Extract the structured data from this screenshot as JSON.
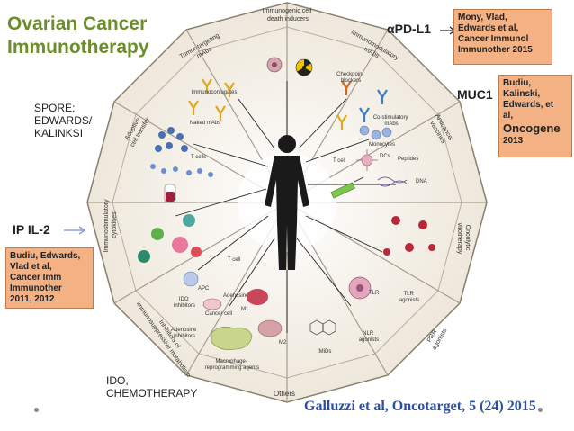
{
  "title": {
    "line1": "Ovarian Cancer",
    "line2": "Immunotherapy"
  },
  "annotations": {
    "pdl1": "αPD-L1",
    "muc1": "MUC1",
    "ip_il2": "IP IL-2",
    "spore": [
      "SPORE:",
      "EDWARDS/",
      "KALINKSI"
    ],
    "ido": [
      "IDO,",
      "CHEMOTHERAPY"
    ]
  },
  "callouts": {
    "mony": [
      "Mony, Vlad,",
      "Edwards et al,",
      "Cancer Immunol",
      "Immunother 2015"
    ],
    "budiu_kalinski": [
      "Budiu,",
      "Kalinski,",
      "Edwards, et",
      "al,"
    ],
    "budiu_kalinski_journal": "Oncogene",
    "budiu_kalinski_year": "2013",
    "budiu_edwards": [
      "Budiu, Edwards,",
      "Vlad et al,",
      "Cancer Imm",
      "Immunother",
      "2011, 2012"
    ]
  },
  "wheel": {
    "sectors": {
      "immunogenic": [
        "Immunogenic cell",
        "death inducers"
      ],
      "tumor_targeting": [
        "Tumor-targeting",
        "mAbs"
      ],
      "immunomodulatory": [
        "Immunomodulatory",
        "mAbs"
      ],
      "adoptive": [
        "Adoptive",
        "cell transfer"
      ],
      "anticancer_vaccines": [
        "Anticancer",
        "vaccines"
      ],
      "cytokines": [
        "Immunostimulatory",
        "cytokines"
      ],
      "oncolytic": [
        "Oncolytic",
        "virotherapy"
      ],
      "inhibitors": [
        "Inhibitors of",
        "immunosuppressive metabolism"
      ],
      "prr": [
        "PRR",
        "agonists"
      ],
      "others": "Others"
    },
    "items": {
      "immunoconjugates": "Immunoconjugates",
      "naked_mabs": "Naked mAbs",
      "checkpoint_blockers": [
        "Checkpoint",
        "blockers"
      ],
      "costimulatory": [
        "Co-stimulatory",
        "mAbs"
      ],
      "monocytes": "Monocytes",
      "dcs": "DCs",
      "peptides": "Peptides",
      "dna": "DNA",
      "t_cells_left": "T cells",
      "t_cell_right": "T cell",
      "apc": "APC",
      "t_cell_small": "T cell",
      "adenosine": "Adenosine",
      "ido_inhibitors": [
        "IDO",
        "inhibitors"
      ],
      "cancer_cell": "Cancer cell",
      "adenosine_inhibitors": [
        "Adenosine",
        "inhibitors"
      ],
      "m1": "M1",
      "m2": "M2",
      "macrophage_agents": [
        "Macrophage-",
        "reprogramming agents"
      ],
      "imids": "IMiDs",
      "tlr": "TLR",
      "tlr_agonists": [
        "TLR",
        "agonists"
      ],
      "nlr_agonists": [
        "NLR",
        "agonists"
      ]
    }
  },
  "citation": "Galluzzi et al, Oncotarget, 5 (24) 2015",
  "colors": {
    "title": "#6b8e2a",
    "callout_fill": "#f4b183",
    "citation": "#2b4fa1",
    "wheel_fill": "#f1ebe0",
    "wheel_stroke": "#8a7f6f",
    "silhouette": "#1a1a1a"
  }
}
